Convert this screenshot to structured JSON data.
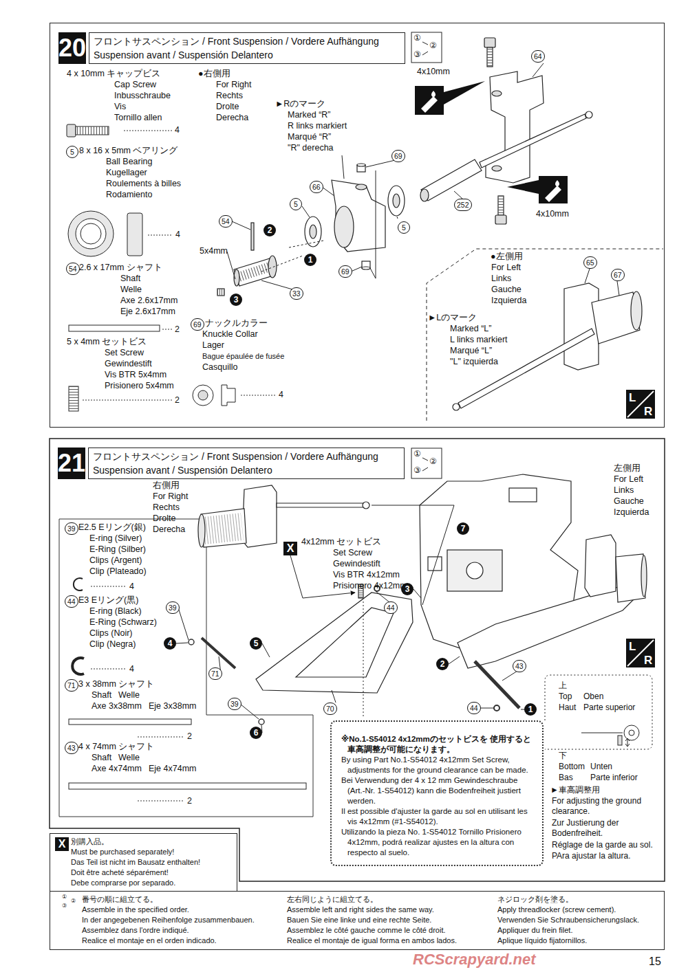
{
  "diagram": {
    "nodes": [
      {
        "text": [
          "20"
        ]
      },
      {
        "text": [
          "フロントサスペンション / Front Suspension / Vordere Aufhängung Suspension avant / Suspensión Delantero"
        ],
        "in": 0
      },
      {
        "text": [
          "21"
        ]
      },
      {
        "text": [
          "フロントサスペンション / Front Suspension / Vordere Aufhängung Suspension avant / Suspensión Delantero"
        ],
        "in": 2
      },
      {
        "text": [
          "※No.1-S54012 4x12mmのセットビスを 使用すると車高調整が可能になります。",
          "By using Part No.1-S54012 4x12mm Set Screw, adjustments for the ground clearance can be made.",
          "Bei Verwendung der 4 x 12 mm Gewindeschraube (Art.-Nr. 1-S54012) kann die Bodenfreiheit justiert werden.",
          "Il est possible d'ajuster la garde au sol en utilisant les vis 4x12mm (#1-S54012).",
          "Utilizando la pieza No. 1-S54012 Tornillo Prisionero 4x12mm, podrá realizar ajustes en la altura con respecto al suelo."
        ],
        "in": 2
      },
      {
        "text": [
          "別購入品。",
          "Must be purchased separately!",
          "Das Teil ist nicht im Bausatz enthalten!",
          "Doit être acheté séparément!",
          "Debe comprarse por separado."
        ]
      },
      {
        "text": [
          "番号の順に組立てる。",
          "Assemble in the specified order.",
          "In der angegebenen Reihenfolge zusammenbauen.",
          "Assemblez dans l'ordre indiqué.",
          "Realice el montaje en el orden indicado.",
          "左右同じように組立てる。",
          "Assemble left and right sides the same way.",
          "Bauen Sie eine linke und eine rechte Seite.",
          "Assemblez le côté gauche comme le côté droit.",
          "Realice el montaje de igual forma en ambos lados.",
          "ネジロック剤を塗る。",
          "Apply threadlocker (screw cement).",
          "Verwenden Sie Schraubensicherungslack.",
          "Appliquer du frein filet.",
          "Aplique líquido fijatornillos."
        ]
      }
    ],
    "labels": [
      "4 x 10mm キャップビス",
      "Cap Screw",
      "Inbusschraube",
      "Vis",
      "Tornillo allen",
      "4",
      "5",
      "8 x 16 x 5mm ベアリング",
      "Ball Bearing",
      "Kugellager",
      "Roulements à billes",
      "Rodamiento",
      "4",
      "54",
      "2.6 x 17mm シャフト",
      "Shaft",
      "Welle",
      "Axe 2.6x17mm",
      "Eje 2.6x17mm",
      "2",
      "5 x 4mm セットビス",
      "Set Screw",
      "Gewindestift",
      "Vis BTR 5x4mm",
      "Prisionero 5x4mm",
      "2",
      "69",
      "ナックルカラー",
      "Knuckle Collar",
      "Lager",
      "Bague épaulée de fusée",
      "Casquillo",
      "4",
      "●右側用",
      "For Right",
      "Rechts",
      "Drolte",
      "Derecha",
      "►Rのマーク",
      "Marked “R”",
      "R links markiert",
      "Marqué “R”",
      "\"R\" derecha",
      "4x10mm",
      "64",
      "69",
      "66",
      "5",
      "5",
      "252",
      "4x10mm",
      "54",
      "5x4mm",
      "33",
      "69",
      "2",
      "1",
      "3",
      "●左側用",
      "For Left",
      "Links",
      "Gauche",
      "Izquierda",
      "65",
      "67",
      "►Lのマーク",
      "Marked “L”",
      "L links markiert",
      "Marqué “L”",
      "\"L\" izquierda",
      "①",
      "②",
      "③",
      "L",
      "R",
      "①",
      "②",
      "③",
      "右側用",
      "For Right",
      "Rechts",
      "Drolte",
      "Derecha",
      "左側用",
      "For Left",
      "Links",
      "Gauche",
      "Izquierda",
      "39",
      "E2.5 Eリング(銀)",
      "E-ring (Silver)",
      "E-Ring (Silber)",
      "Clips (Argent)",
      "Clip (Plateado)",
      "4",
      "44",
      "E3 Eリング(黒)",
      "E-ring (Black)",
      "E-Ring (Schwarz)",
      "Clips (Noir)",
      "Clip (Negra)",
      "4",
      "71",
      "3 x 38mm シャフト",
      "Shaft",
      "Welle",
      "Axe 3x38mm",
      "Eje 3x38mm",
      "2",
      "43",
      "4 x 74mm シャフト",
      "Shaft",
      "Welle",
      "Axe 4x74mm",
      "Eje 4x74mm",
      "2",
      "X",
      "4x12mm セットビス",
      "Set Screw",
      "Gewindestift",
      "Vis BTR 4x12mm",
      "Prisionero 4x12mm",
      "7",
      "3",
      "44",
      "5",
      "39",
      "4",
      "71",
      "2",
      "43",
      "70",
      "39",
      "6",
      "44",
      "1",
      "L",
      "R",
      "上",
      "Top",
      "Oben",
      "Haut",
      "Parte superior",
      "下",
      "Bottom",
      "Unten",
      "Bas",
      "Parte inferior",
      "►車高調整用",
      "For adjusting the ground clearance.",
      "Zur Justierung der Bodenfreiheit.",
      "Réglage de la garde au sol.",
      "PAra ajustar la altura.",
      "X",
      "①",
      "②",
      "③",
      "L",
      "R",
      "RCScrapyard.net",
      "15"
    ]
  }
}
